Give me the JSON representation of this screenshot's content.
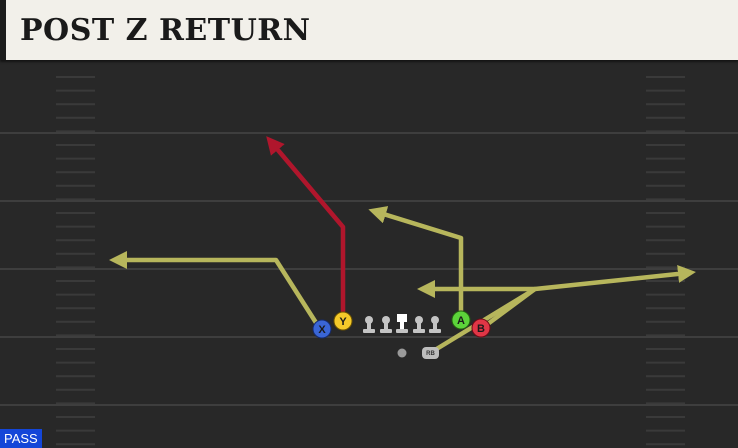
{
  "play": {
    "title": "POST Z RETURN",
    "play_type": "PASS"
  },
  "colors": {
    "field": "#282828",
    "yard_line": "#3e3e3e",
    "hash_mark": "#3a3a3a",
    "route_primary": "#b7b65c",
    "route_hot": "#b0162c",
    "title_bg": "#f2f0ea",
    "badge_bg": "#1446d8"
  },
  "players": [
    {
      "id": "X",
      "label": "X",
      "color": "#3a66d6",
      "text_color": "#0f1f50"
    },
    {
      "id": "Y",
      "label": "Y",
      "color": "#f4c92a",
      "text_color": "#3a2a00"
    },
    {
      "id": "A",
      "label": "A",
      "color": "#5cd33a",
      "text_color": "#123a05"
    },
    {
      "id": "B",
      "label": "B",
      "color": "#e03646",
      "text_color": "#4a0610"
    },
    {
      "id": "RB",
      "label": "RB",
      "color": "#bdbdbd",
      "text_color": "#333333"
    },
    {
      "id": "QB",
      "label": "",
      "color": "#9a9a9a",
      "text_color": "#333333"
    }
  ],
  "offensive_line": [
    "LT",
    "LG",
    "C",
    "RG",
    "RT"
  ],
  "routes": [
    {
      "player": "X",
      "name": "out",
      "hot": false
    },
    {
      "player": "Y",
      "name": "post",
      "hot": true
    },
    {
      "player": "A",
      "name": "corner",
      "hot": false
    },
    {
      "player": "B",
      "name": "return",
      "hot": false
    },
    {
      "player": "RB",
      "name": "flat",
      "hot": false
    }
  ]
}
